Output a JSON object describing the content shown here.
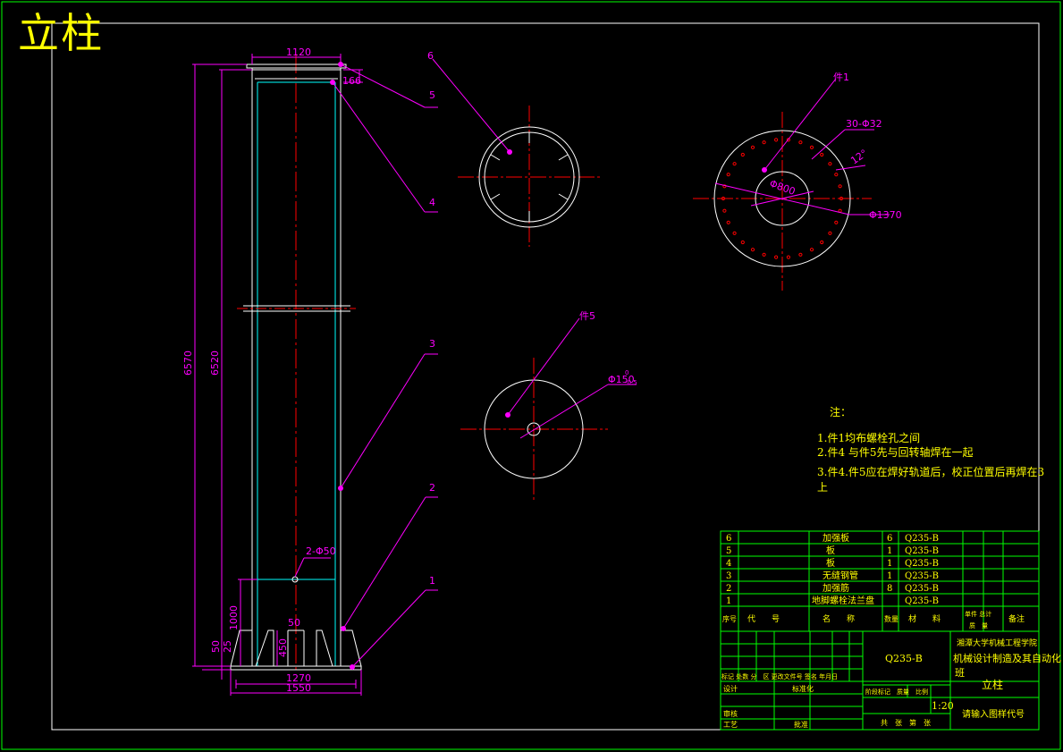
{
  "drawing_title": "立柱",
  "colors": {
    "background": "#000000",
    "frame": "#ffffff",
    "title_block": "#00ff00",
    "dimension": "#ff00ff",
    "outline": "#ffffff",
    "centerline": "#ff0000",
    "pipe": "#00ffff",
    "text": "#ffff00"
  },
  "elevation": {
    "dims": {
      "top_width": "1120",
      "flange_gap": "166",
      "total_height": "6570",
      "pipe_height": "6520",
      "lower_height": "1000",
      "base_50": "50",
      "base_25": "25",
      "rib_450": "450",
      "rib_50": "50",
      "base_1270": "1270",
      "base_1550": "1550",
      "holes": "2-Φ50"
    },
    "part_labels": [
      "1",
      "2",
      "3",
      "4",
      "5",
      "6"
    ]
  },
  "views": {
    "view6_label": "6",
    "flange_label": "件1",
    "flange_holes": "30-Φ32",
    "flange_inner": "Φ800",
    "flange_outer": "Φ1370",
    "flange_angle": "12°",
    "plate_label": "件5",
    "plate_hole": "Φ150",
    "plate_tol_upper": "0",
    "plate_tol_lower": "-0.5"
  },
  "notes": {
    "heading": "注：",
    "lines": [
      "1.件1均布螺栓孔之间",
      "2.件4 与件5先与回转轴焊在一起",
      "3.件4.件5应在焊好轨道后，校正位置后再焊在3",
      "上"
    ]
  },
  "bom": {
    "rows": [
      {
        "no": "6",
        "name": "加强板",
        "qty": "6",
        "material": "Q235-B"
      },
      {
        "no": "5",
        "name": "板",
        "qty": "1",
        "material": "Q235-B"
      },
      {
        "no": "4",
        "name": "板",
        "qty": "1",
        "material": "Q235-B"
      },
      {
        "no": "3",
        "name": "无缝钢管",
        "qty": "1",
        "material": "Q235-B"
      },
      {
        "no": "2",
        "name": "加强筋",
        "qty": "8",
        "material": "Q235-B"
      },
      {
        "no": "1",
        "name": "地脚螺栓法兰盘",
        "qty": "",
        "material": "Q235-B"
      }
    ],
    "header": {
      "no": "序号",
      "code": "代　　号",
      "name": "名　　称",
      "qty": "数量",
      "material": "材　　料",
      "unit_total": "单件 总计",
      "mass": "质　量",
      "remark": "备注"
    }
  },
  "title_block": {
    "material": "Q235-B",
    "school": "湘潭大学机械工程学院",
    "specialty": "机械设计制造及其自动化",
    "specialty_tail": "班",
    "part_name": "立柱",
    "scale": "1:20",
    "drawing_code": "请输入图样代号",
    "rev_labels": "标记 处数 分　区 更改文件号 签名 年月日",
    "design": "设计",
    "std": "标准化",
    "review": "审核",
    "process": "工艺",
    "approve": "批准",
    "stage_labels": "阶段标记　质量　比例",
    "sheet_labels": "共　张　第　张"
  }
}
